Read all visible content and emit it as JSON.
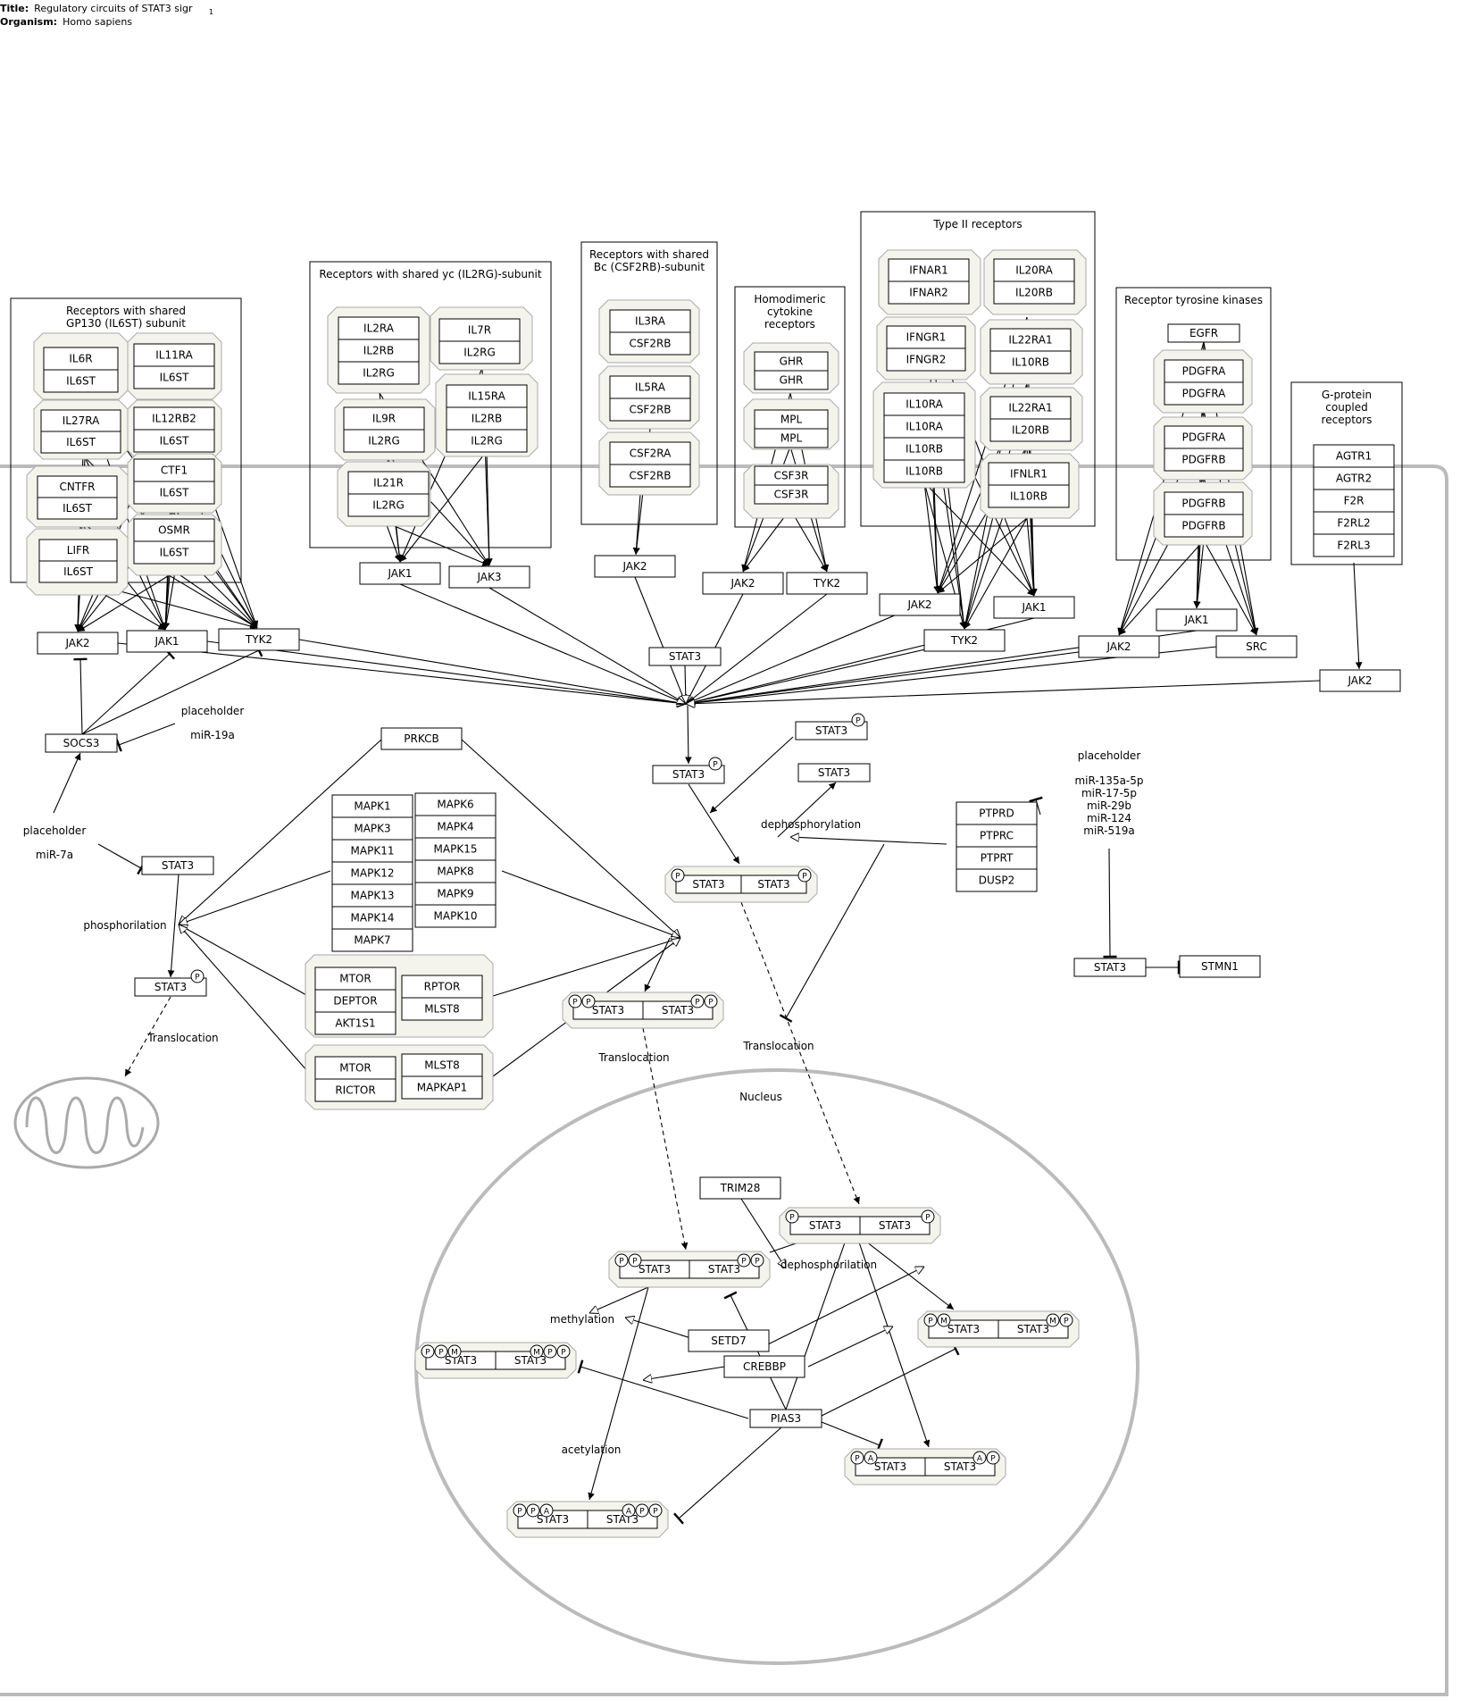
{
  "header": {
    "title_label": "Title:",
    "title_value": "Regulatory circuits of STAT3 sigr",
    "organism_label": "Organism:",
    "organism_value": "Homo sapiens",
    "page_number": "1"
  },
  "groups": [
    {
      "id": "g-gp130",
      "label": [
        "Receptors with shared",
        "GP130 (IL6ST) subunit"
      ]
    },
    {
      "id": "g-il2rg",
      "label": [
        "Receptors with shared yc (IL2RG)-subunit"
      ]
    },
    {
      "id": "g-csf2rb",
      "label": [
        "Receptors with shared",
        "Bc (CSF2RB)-subunit"
      ]
    },
    {
      "id": "g-homo",
      "label": [
        "Homodimeric",
        "cytokine",
        "receptors"
      ]
    },
    {
      "id": "g-type2",
      "label": [
        "Type II receptors"
      ]
    },
    {
      "id": "g-rtk",
      "label": [
        "Receptor tyrosine kinases"
      ]
    },
    {
      "id": "g-gpcr",
      "label": [
        "G-protein",
        "coupled",
        "receptors"
      ]
    }
  ],
  "complexes": [
    {
      "id": "c1",
      "items": [
        "IL6R",
        "IL6ST"
      ]
    },
    {
      "id": "c2",
      "items": [
        "IL11RA",
        "IL6ST"
      ]
    },
    {
      "id": "c3",
      "items": [
        "IL27RA",
        "IL6ST"
      ]
    },
    {
      "id": "c4",
      "items": [
        "IL12RB2",
        "IL6ST"
      ]
    },
    {
      "id": "c5",
      "items": [
        "CNTFR",
        "IL6ST"
      ]
    },
    {
      "id": "c6",
      "items": [
        "CTF1",
        "IL6ST"
      ]
    },
    {
      "id": "c7",
      "items": [
        "LIFR",
        "IL6ST"
      ]
    },
    {
      "id": "c8",
      "items": [
        "OSMR",
        "IL6ST"
      ]
    },
    {
      "id": "c9",
      "items": [
        "IL2RA",
        "IL2RB",
        "IL2RG"
      ]
    },
    {
      "id": "c10",
      "items": [
        "IL7R",
        "IL2RG"
      ]
    },
    {
      "id": "c11",
      "items": [
        "IL9R",
        "IL2RG"
      ]
    },
    {
      "id": "c12",
      "items": [
        "IL15RA",
        "IL2RB",
        "IL2RG"
      ]
    },
    {
      "id": "c13",
      "items": [
        "IL21R",
        "IL2RG"
      ]
    },
    {
      "id": "c14",
      "items": [
        "IL3RA",
        "CSF2RB"
      ]
    },
    {
      "id": "c15",
      "items": [
        "IL5RA",
        "CSF2RB"
      ]
    },
    {
      "id": "c16",
      "items": [
        "CSF2RA",
        "CSF2RB"
      ]
    },
    {
      "id": "c17",
      "items": [
        "GHR",
        "GHR"
      ]
    },
    {
      "id": "c18",
      "items": [
        "MPL",
        "MPL"
      ]
    },
    {
      "id": "c19",
      "items": [
        "CSF3R",
        "CSF3R"
      ]
    },
    {
      "id": "c20",
      "items": [
        "IFNAR1",
        "IFNAR2"
      ]
    },
    {
      "id": "c21",
      "items": [
        "IL20RA",
        "IL20RB"
      ]
    },
    {
      "id": "c22",
      "items": [
        "IFNGR1",
        "IFNGR2"
      ]
    },
    {
      "id": "c23",
      "items": [
        "IL22RA1",
        "IL10RB"
      ]
    },
    {
      "id": "c24",
      "items": [
        "IL10RA",
        "IL10RA",
        "IL10RB",
        "IL10RB"
      ]
    },
    {
      "id": "c25",
      "items": [
        "IL22RA1",
        "IL20RB"
      ]
    },
    {
      "id": "c26",
      "items": [
        "IFNLR1",
        "IL10RB"
      ]
    },
    {
      "id": "c27",
      "items": [
        "PDGFRA",
        "PDGFRA"
      ]
    },
    {
      "id": "c28",
      "items": [
        "PDGFRA",
        "PDGFRB"
      ]
    },
    {
      "id": "c29",
      "items": [
        "PDGFRB",
        "PDGFRB"
      ]
    },
    {
      "id": "c30",
      "items": [
        "MTOR",
        "DEPTOR",
        "AKT1S1"
      ]
    },
    {
      "id": "c31",
      "items": [
        "RPTOR",
        "MLST8"
      ]
    },
    {
      "id": "c32",
      "items": [
        "MTOR",
        "RICTOR"
      ]
    },
    {
      "id": "c33",
      "items": [
        "MLST8",
        "MAPKAP1"
      ]
    }
  ],
  "stacks": [
    {
      "id": "mapk-a",
      "items": [
        "MAPK1",
        "MAPK3",
        "MAPK11",
        "MAPK12",
        "MAPK13",
        "MAPK14",
        "MAPK7"
      ]
    },
    {
      "id": "mapk-b",
      "items": [
        "MAPK6",
        "MAPK4",
        "MAPK15",
        "MAPK8",
        "MAPK9",
        "MAPK10"
      ]
    },
    {
      "id": "ptp",
      "items": [
        "PTPRD",
        "PTPRC",
        "PTPRT",
        "DUSP2"
      ]
    },
    {
      "id": "gpcr",
      "items": [
        "AGTR1",
        "AGTR2",
        "F2R",
        "F2RL2",
        "F2RL3"
      ]
    }
  ],
  "nodes": [
    {
      "id": "egfr",
      "label": "EGFR"
    },
    {
      "id": "jak2-a",
      "label": "JAK2"
    },
    {
      "id": "jak1-a",
      "label": "JAK1"
    },
    {
      "id": "tyk2-a",
      "label": "TYK2"
    },
    {
      "id": "jak1-b",
      "label": "JAK1"
    },
    {
      "id": "jak3-b",
      "label": "JAK3"
    },
    {
      "id": "jak2-c",
      "label": "JAK2"
    },
    {
      "id": "jak2-d",
      "label": "JAK2"
    },
    {
      "id": "tyk2-d",
      "label": "TYK2"
    },
    {
      "id": "jak2-e",
      "label": "JAK2"
    },
    {
      "id": "jak1-e",
      "label": "JAK1"
    },
    {
      "id": "tyk2-e",
      "label": "TYK2"
    },
    {
      "id": "jak1-f",
      "label": "JAK1"
    },
    {
      "id": "jak2-f",
      "label": "JAK2"
    },
    {
      "id": "src-f",
      "label": "SRC"
    },
    {
      "id": "jak2-g",
      "label": "JAK2"
    },
    {
      "id": "stat3-top",
      "label": "STAT3"
    },
    {
      "id": "socs3",
      "label": "SOCS3"
    },
    {
      "id": "prkcb",
      "label": "PRKCB"
    },
    {
      "id": "stat3-left",
      "label": "STAT3"
    },
    {
      "id": "stat3-tr",
      "label": "STAT3"
    },
    {
      "id": "stat3-r2",
      "label": "STAT3"
    },
    {
      "id": "stat3-p",
      "label": "STAT3"
    },
    {
      "id": "stat3-leftp",
      "label": "STAT3"
    },
    {
      "id": "stat3-mir",
      "label": "STAT3"
    },
    {
      "id": "stmn1",
      "label": "STMN1"
    },
    {
      "id": "trim28",
      "label": "TRIM28"
    },
    {
      "id": "setd7",
      "label": "SETD7"
    },
    {
      "id": "crebbp",
      "label": "CREBBP"
    },
    {
      "id": "pias3",
      "label": "PIAS3"
    }
  ],
  "dimers": [
    {
      "id": "d1",
      "left": "STAT3",
      "right": "STAT3",
      "lmods": [
        "P"
      ],
      "rmods": [
        "P"
      ]
    },
    {
      "id": "d2",
      "left": "STAT3",
      "right": "STAT3",
      "lmods": [
        "P",
        "P"
      ],
      "rmods": [
        "P",
        "P"
      ]
    },
    {
      "id": "d3",
      "left": "STAT3",
      "right": "STAT3",
      "lmods": [
        "P"
      ],
      "rmods": [
        "P"
      ]
    },
    {
      "id": "d4",
      "left": "STAT3",
      "right": "STAT3",
      "lmods": [
        "P",
        "P"
      ],
      "rmods": [
        "P",
        "P"
      ]
    },
    {
      "id": "d5",
      "left": "STAT3",
      "right": "STAT3",
      "lmods": [
        "P",
        "M"
      ],
      "rmods": [
        "M",
        "P"
      ]
    },
    {
      "id": "d6",
      "left": "STAT3",
      "right": "STAT3",
      "lmods": [
        "P",
        "P",
        "M"
      ],
      "rmods": [
        "M",
        "P",
        "P"
      ]
    },
    {
      "id": "d7",
      "left": "STAT3",
      "right": "STAT3",
      "lmods": [
        "P",
        "A"
      ],
      "rmods": [
        "A",
        "P"
      ]
    },
    {
      "id": "d8",
      "left": "STAT3",
      "right": "STAT3",
      "lmods": [
        "P",
        "P",
        "A"
      ],
      "rmods": [
        "A",
        "P",
        "P"
      ]
    }
  ],
  "mod_state": "P",
  "labels": {
    "placeholder1": "placeholder",
    "mir19a": "miR-19a",
    "placeholder2": "placeholder",
    "mir7a": "miR-7a",
    "placeholder3": "placeholder",
    "mir_list": [
      "miR-135a-5p",
      "miR-17-5p",
      "miR-29b",
      "miR-124",
      "miR-519a"
    ],
    "phosphorilation": "phosphorilation",
    "translocation1": "Translocation",
    "translocation2": "Translocation",
    "translocation3": "Translocation",
    "dephosphorylation1": "dephosphorylation",
    "dephosphorilation2": "dephosphorilation",
    "methylation": "methylation",
    "acetylation": "acetylation",
    "nucleus": "Nucleus"
  }
}
